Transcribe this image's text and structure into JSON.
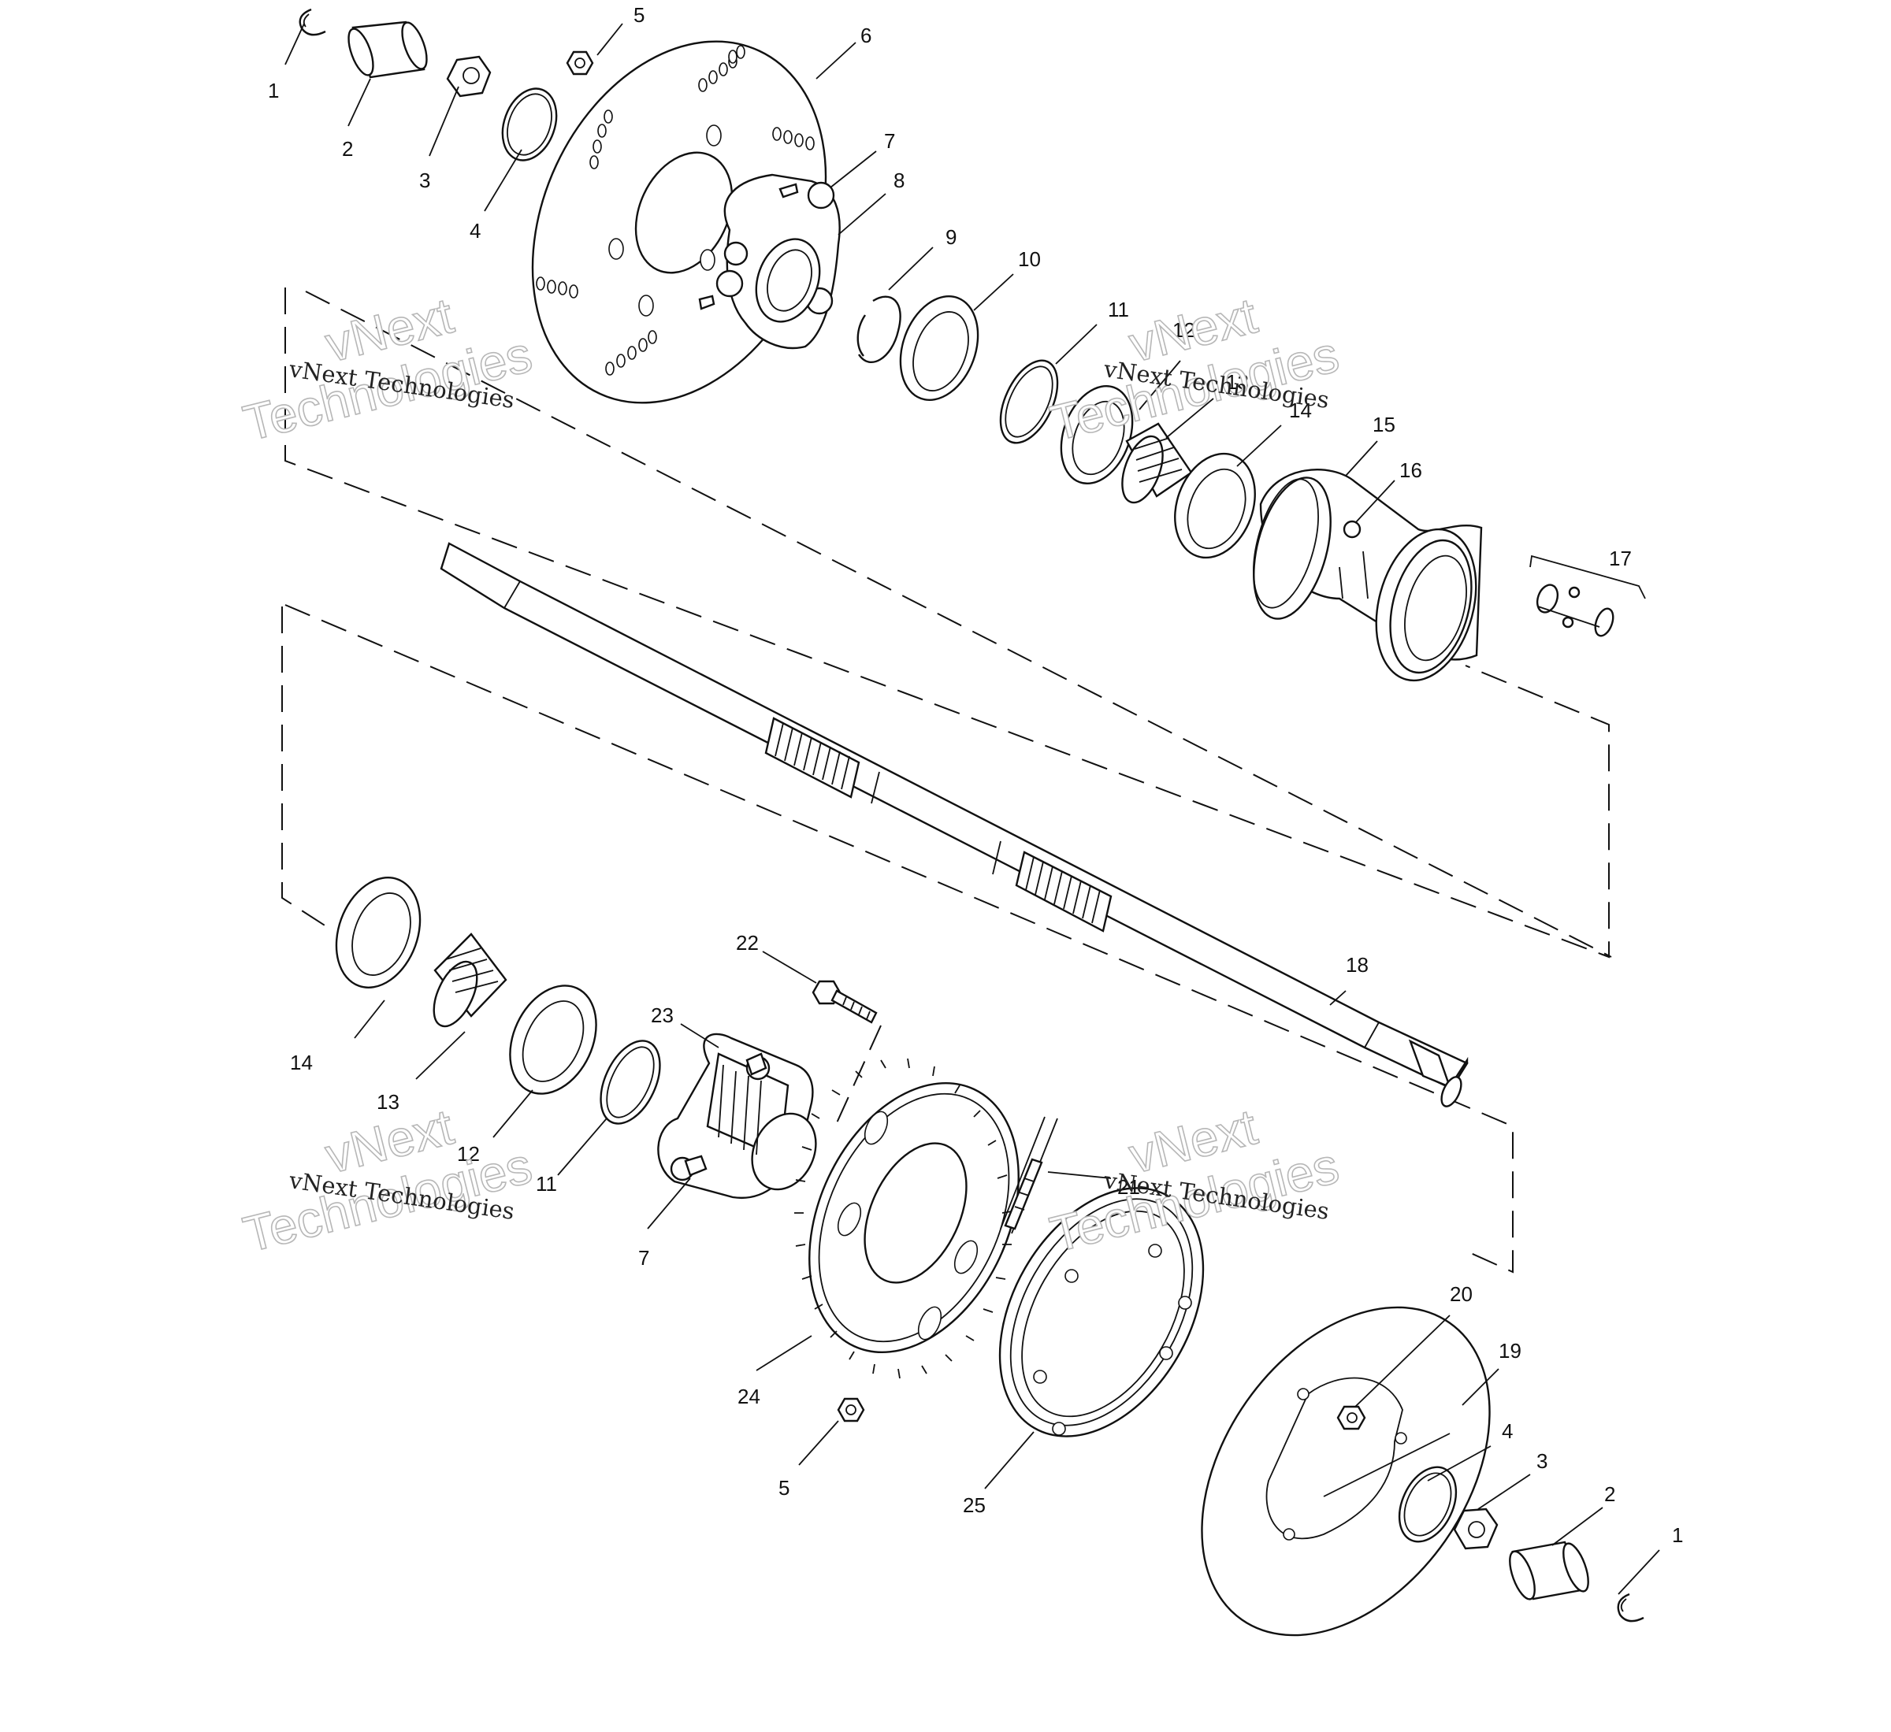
{
  "watermark": {
    "small_text": "vNext Technologies",
    "big_line1": "vNext",
    "big_line2": "Technologies"
  },
  "callouts": {
    "top_1": "1",
    "top_2": "2",
    "top_3": "3",
    "top_4": "4",
    "top_5": "5",
    "top_6": "6",
    "top_7": "7",
    "top_8": "8",
    "top_9": "9",
    "top_10": "10",
    "top_11": "11",
    "top_12": "12",
    "top_13": "13",
    "top_14": "14",
    "top_15": "15",
    "top_16": "16",
    "top_17": "17",
    "shaft_18": "18",
    "bot_14": "14",
    "bot_13": "13",
    "bot_12": "12",
    "bot_11": "11",
    "bot_22": "22",
    "bot_23": "23",
    "bot_7": "7",
    "bot_21": "21",
    "bot_24": "24",
    "bot_5": "5",
    "bot_25": "25",
    "bot_20": "20",
    "bot_19": "19",
    "bot_4": "4",
    "bot_3": "3",
    "bot_2": "2",
    "bot_1": "1"
  }
}
